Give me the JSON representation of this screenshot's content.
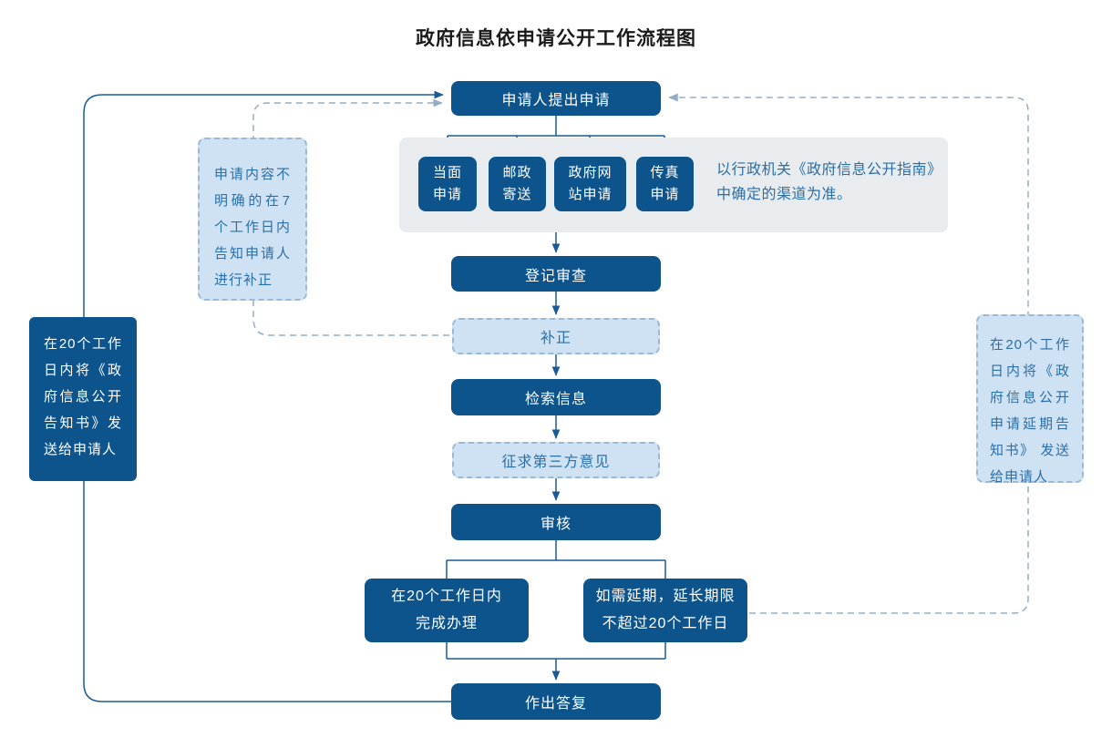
{
  "title": "政府信息依申请公开工作流程图",
  "colors": {
    "dark_box": "#0d548c",
    "light_box_fill": "#cfe2f3",
    "light_box_border": "#9bb9d4",
    "panel_bg": "#e8ecef",
    "solid_line": "#1a5a96",
    "dashed_line": "#93adc4",
    "accent_text": "#2a6fa8",
    "title_color": "#1a1a1a"
  },
  "nodes": {
    "apply": "申请人提出申请",
    "register": "登记审查",
    "supplement": "补正",
    "retrieve": "检索信息",
    "third_party": "征求第三方意见",
    "review": "审核",
    "complete": "在20个工作日内\n完成办理",
    "extend": "如需延期，延长期限\n不超过20个工作日",
    "reply": "作出答复"
  },
  "channels": [
    {
      "label": "当面\n申请"
    },
    {
      "label": "邮政\n寄送"
    },
    {
      "label": "政府网\n站申请"
    },
    {
      "label": "传真\n申请"
    }
  ],
  "channels_note": "以行政机关《政府信息公开指南》\n中确定的渠道为准。",
  "annotations": {
    "left_notice": "在20个工作日内将《政府信息公开告知书》发送给申请人",
    "left_correction": "申请内容不明确的在7个工作日内告知申请人进行补正",
    "right_extension": "在20个工作日内将《政府信息公开申请延期告知书》 发送给申请人"
  }
}
